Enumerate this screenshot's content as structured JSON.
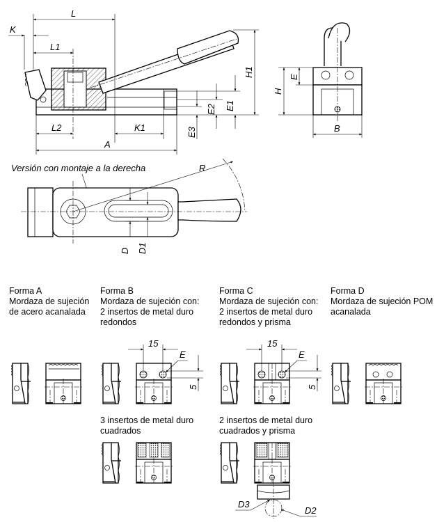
{
  "side_view": {
    "labels": {
      "L": "L",
      "K": "K",
      "L1": "L1",
      "L2": "L2",
      "K1": "K1",
      "A": "A",
      "H1": "H1",
      "E1": "E1",
      "E2": "E2",
      "E3": "E3"
    }
  },
  "end_view": {
    "labels": {
      "H": "H",
      "E": "E",
      "B": "B"
    }
  },
  "plan_view": {
    "caption": "Versión con montaje a la derecha",
    "labels": {
      "R": "R",
      "D": "D",
      "D1": "D1"
    }
  },
  "forms": [
    {
      "title": "Forma A",
      "lines": [
        "Mordaza de sujeción",
        "de acero acanalada"
      ]
    },
    {
      "title": "Forma B",
      "lines": [
        "Mordaza de sujeción con:",
        "2 insertos de metal duro",
        "redondos"
      ]
    },
    {
      "title": "Forma C",
      "lines": [
        "Mordaza de sujeción con:",
        "2 insertos de metal duro",
        "redondos y prisma"
      ]
    },
    {
      "title": "Forma D",
      "lines": [
        "Mordaza de sujeción POM",
        "acanalada"
      ]
    }
  ],
  "detail_dims": {
    "pitch": "15",
    "E": "E",
    "offset": "5"
  },
  "variants": [
    {
      "lines": [
        "3 insertos de metal duro",
        "cuadrados"
      ]
    },
    {
      "lines": [
        "2 insertos de metal duro",
        "cuadrados y prisma"
      ]
    }
  ],
  "prism_detail": {
    "D3": "D3",
    "D2": "D2"
  }
}
